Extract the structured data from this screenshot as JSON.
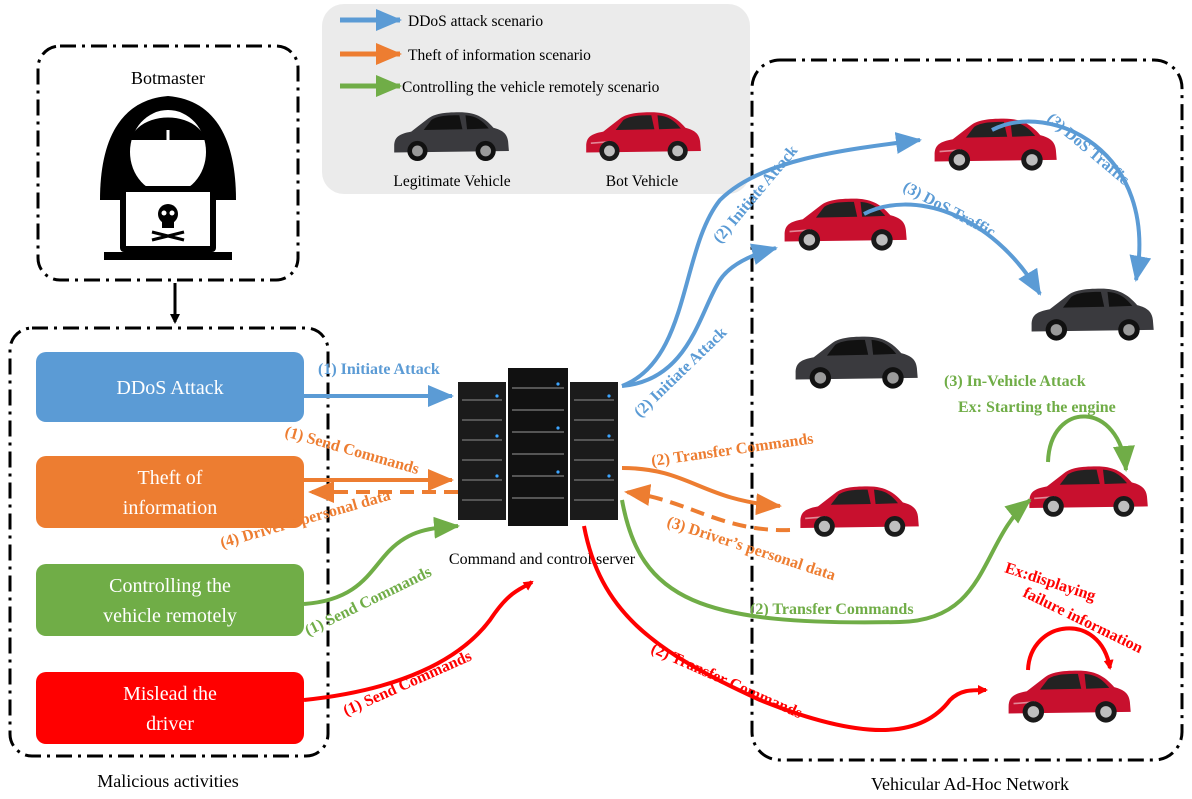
{
  "botmaster": {
    "title": "Botmaster"
  },
  "legend": {
    "items": [
      {
        "label": "DDoS attack scenario",
        "color": "#5b9bd5"
      },
      {
        "label": "Theft of information scenario",
        "color": "#ed7d31"
      },
      {
        "label": "Controlling the vehicle remotely scenario",
        "color": "#70ad47"
      }
    ],
    "legit_label": "Legitimate Vehicle",
    "bot_label": "Bot Vehicle"
  },
  "activities": {
    "caption": "Malicious activities",
    "ddos": "DDoS Attack",
    "theft_line1": "Theft of",
    "theft_line2": "information",
    "control_line1": "Controlling the",
    "control_line2": "vehicle remotely",
    "mislead_line1": "Mislead the",
    "mislead_line2": "driver"
  },
  "server": {
    "label": "Command and control server"
  },
  "vanet": {
    "caption": "Vehicular Ad-Hoc Network"
  },
  "labels": {
    "ddos_initiate_1": "(1) Initiate Attack",
    "ddos_initiate_2a": "(2) Initiate Attack",
    "ddos_initiate_2b": "(2) Initiate Attack",
    "ddos_dos_traffic_a": "(3) DoS Traffic",
    "ddos_dos_traffic_b": "(3) DoS Traffic",
    "theft_send": "(1) Send Commands",
    "theft_personal_4": "(4) Driver’s personal data",
    "theft_transfer": "(2) Transfer Commands",
    "theft_personal_3": "(3) Driver’s personal data",
    "control_send": "(1) Send Commands",
    "control_transfer": "(2) Transfer Commands",
    "in_vehicle_1": "(3) In-Vehicle Attack",
    "in_vehicle_2": "Ex: Starting the engine",
    "mislead_send": "(1) Send Commands",
    "mislead_transfer": "(2) Transfer Commands",
    "display_1": "Ex:displaying",
    "display_2": "failure information"
  },
  "colors": {
    "blue": "#5b9bd5",
    "orange": "#ed7d31",
    "green": "#70ad47",
    "red": "#ff0000",
    "car_red": "#c8102e",
    "car_dark": "#3a3a3e"
  }
}
